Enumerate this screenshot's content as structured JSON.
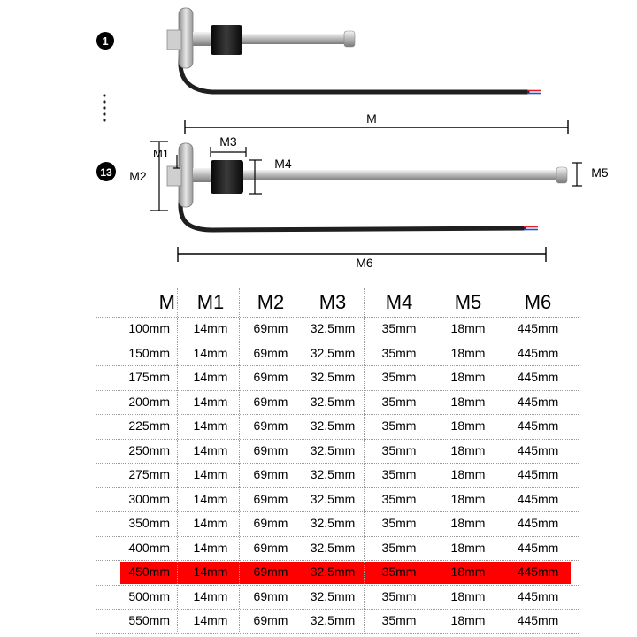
{
  "figure": {
    "item_first_badge": "1",
    "item_last_badge": "13",
    "labels": {
      "m": "M",
      "m1": "M1",
      "m2": "M2",
      "m3": "M3",
      "m4": "M4",
      "m5": "M5",
      "m6": "M6"
    },
    "colors": {
      "rod": "#c9c9c9",
      "cable": "#1f1f1f",
      "float": "#1b1b1b",
      "flange": "#b8b8b8",
      "wire_red": "#e02020",
      "wire_blue": "#2050e0"
    }
  },
  "table": {
    "headers": [
      "M",
      "M1",
      "M2",
      "M3",
      "M4",
      "M5",
      "M6"
    ],
    "rows": [
      [
        "100mm",
        "14mm",
        "69mm",
        "32.5mm",
        "35mm",
        "18mm",
        "445mm"
      ],
      [
        "150mm",
        "14mm",
        "69mm",
        "32.5mm",
        "35mm",
        "18mm",
        "445mm"
      ],
      [
        "175mm",
        "14mm",
        "69mm",
        "32.5mm",
        "35mm",
        "18mm",
        "445mm"
      ],
      [
        "200mm",
        "14mm",
        "69mm",
        "32.5mm",
        "35mm",
        "18mm",
        "445mm"
      ],
      [
        "225mm",
        "14mm",
        "69mm",
        "32.5mm",
        "35mm",
        "18mm",
        "445mm"
      ],
      [
        "250mm",
        "14mm",
        "69mm",
        "32.5mm",
        "35mm",
        "18mm",
        "445mm"
      ],
      [
        "275mm",
        "14mm",
        "69mm",
        "32.5mm",
        "35mm",
        "18mm",
        "445mm"
      ],
      [
        "300mm",
        "14mm",
        "69mm",
        "32.5mm",
        "35mm",
        "18mm",
        "445mm"
      ],
      [
        "350mm",
        "14mm",
        "69mm",
        "32.5mm",
        "35mm",
        "18mm",
        "445mm"
      ],
      [
        "400mm",
        "14mm",
        "69mm",
        "32.5mm",
        "35mm",
        "18mm",
        "445mm"
      ],
      [
        "450mm",
        "14mm",
        "69mm",
        "32.5mm",
        "35mm",
        "18mm",
        "445mm"
      ],
      [
        "500mm",
        "14mm",
        "69mm",
        "32.5mm",
        "35mm",
        "18mm",
        "445mm"
      ],
      [
        "550mm",
        "14mm",
        "69mm",
        "32.5mm",
        "35mm",
        "18mm",
        "445mm"
      ]
    ],
    "highlighted_row": 10,
    "highlight_color": "#ff0000"
  }
}
